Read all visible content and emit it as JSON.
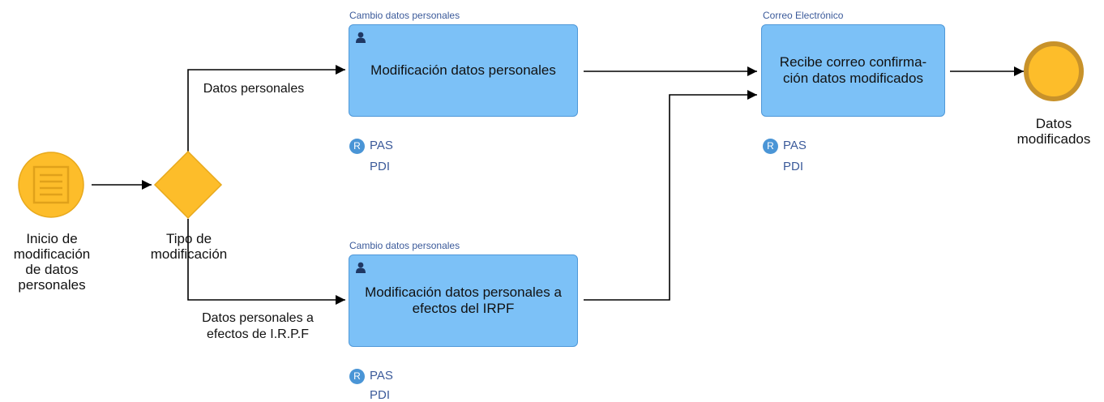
{
  "diagram": {
    "start_event": {
      "label": "Inicio de modificación de datos personales",
      "lines": [
        "Inicio de",
        "modificación",
        "de datos",
        "personales"
      ]
    },
    "gateway": {
      "label": "Tipo de modificación",
      "lines": [
        "Tipo de",
        "modificación"
      ]
    },
    "end_event": {
      "label": "Datos modificados",
      "lines": [
        "Datos",
        "modificados"
      ]
    },
    "flows": {
      "upper_label": "Datos personales",
      "lower_label_lines": [
        "Datos personales a",
        "efectos de I.R.P.F"
      ]
    },
    "tasks": [
      {
        "lane": "Cambio datos personales",
        "text_lines": [
          "Modificación datos personales"
        ],
        "roles": [
          "PAS",
          "PDI"
        ]
      },
      {
        "lane": "Cambio datos personales",
        "text_lines": [
          "Modificación datos personales a",
          "efectos del IRPF"
        ],
        "roles": [
          "PAS",
          "PDI"
        ]
      },
      {
        "lane": "Correo Electrónico",
        "text_lines": [
          "Recibe correo confirma-",
          "ción datos modificados"
        ],
        "roles": [
          "PAS",
          "PDI"
        ]
      }
    ],
    "role_badge": "R",
    "colors": {
      "task_fill": "#7cc1f7",
      "task_border": "#4f98d8",
      "event_fill": "#fdbd2a",
      "event_border": "#e0a418",
      "end_border": "#c8922a",
      "lane_text": "#3b5a9a",
      "badge": "#4a95d6"
    }
  }
}
